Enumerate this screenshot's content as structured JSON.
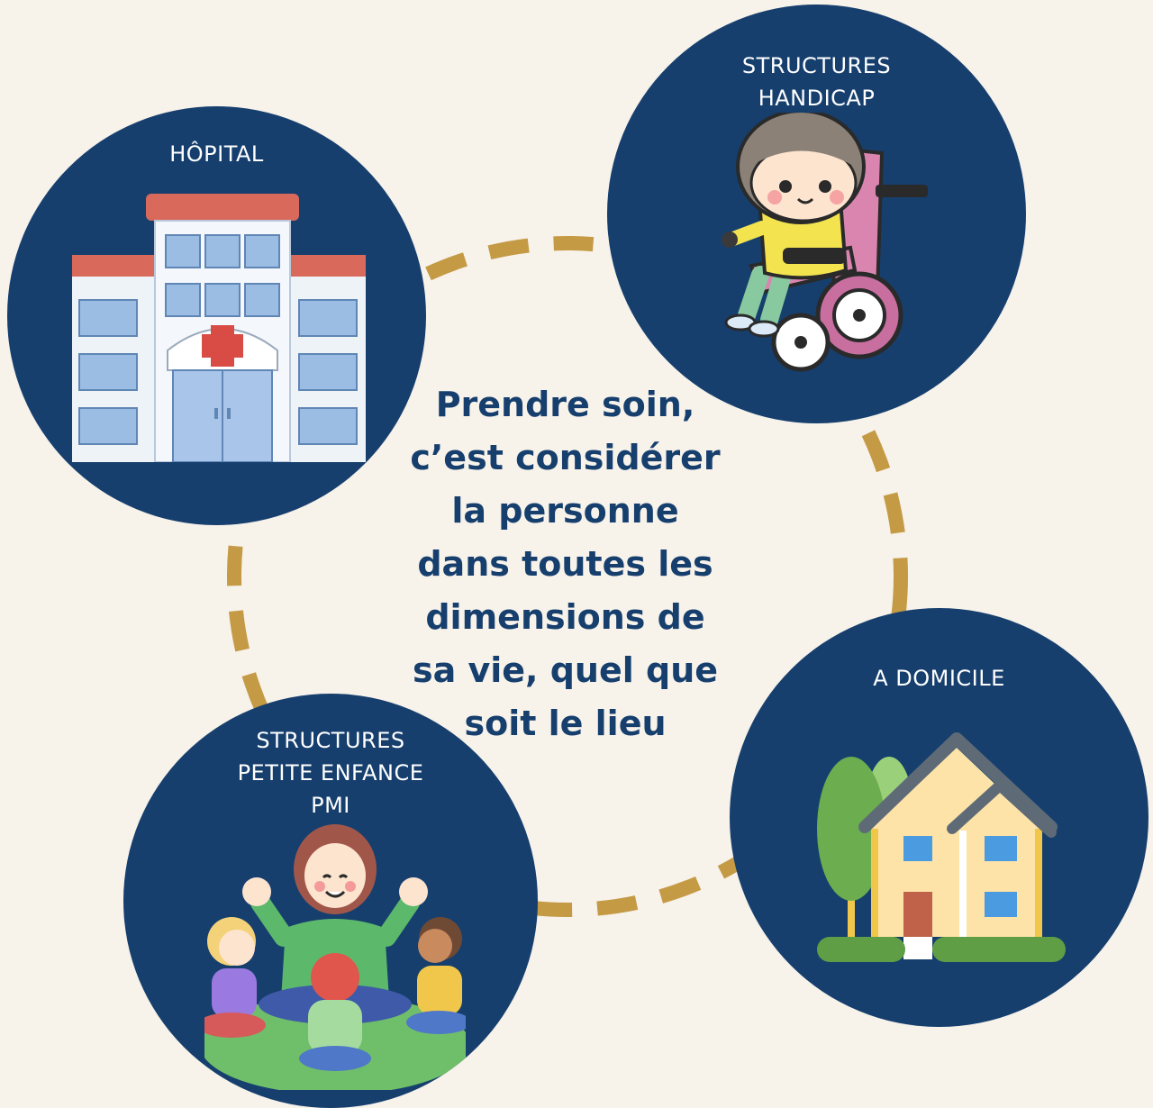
{
  "center_message": "Prendre soin,\nc’est considérer\nla personne\ndans toutes les\ndimensions de\nsa vie, quel que\nsoit le lieu",
  "nodes": {
    "hopital": {
      "label": "HÔPITAL",
      "icon": "hospital-icon"
    },
    "handicap": {
      "label": "STRUCTURES\nHANDICAP",
      "icon": "wheelchair-child-icon"
    },
    "petite_enfance": {
      "label": "STRUCTURES\nPETITE ENFANCE\nPMI",
      "icon": "teacher-children-icon"
    },
    "domicile": {
      "label": "A DOMICILE",
      "icon": "house-icon"
    }
  },
  "colors": {
    "background": "#f7f2ea",
    "circle": "#163f6e",
    "ring_dash": "#c49a45",
    "text": "#163f6e"
  }
}
